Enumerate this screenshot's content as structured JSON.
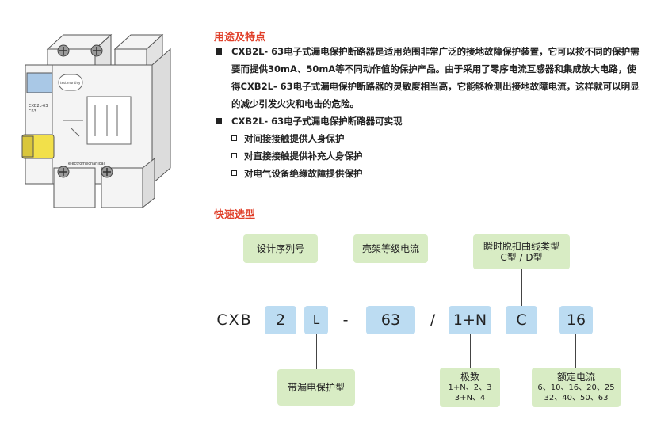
{
  "section1": {
    "title": "用途及特点",
    "feature1": "CXB2L- 63电子式漏电保护断路器是适用范围非常广泛的接地故障保护装置，它可以按不同的保护需要而提供30mA、50mA等不同动作值的保护产品。由于采用了零序电流互感器和集成放大电路，使得CXB2L- 63电子式漏电保护断路器的灵敏度相当高，它能够检测出接地故障电流，这样就可以明显的减少引发火灾和电击的危险。",
    "feature2": "CXB2L- 63电子式漏电保护断路器可实现",
    "subs": [
      "对间接接触提供人身保护",
      "对直接接触提供补充人身保护",
      "对电气设备绝缘故障提供保护"
    ]
  },
  "section2": {
    "title": "快速选型"
  },
  "selection": {
    "top_labels": {
      "series": "设计序列号",
      "frame": "壳架等级电流",
      "curve_line1": "瞬时脱扣曲线类型",
      "curve_line2": "C型 / D型"
    },
    "code": {
      "prefix": "CXB",
      "c1": "2",
      "c2": "L",
      "sep1": "-",
      "c3": "63",
      "sep2": "/",
      "c4": "1+N",
      "c5": "C",
      "c6": "16"
    },
    "bottom_labels": {
      "leakage": "带漏电保护型",
      "poles_title": "极数",
      "poles_line1": "1+N、2、3",
      "poles_line2": "3+N、4",
      "current_title": "额定电流",
      "current_line1": "6、10、16、20、25",
      "current_line2": "32、40、50、63"
    }
  },
  "product": {
    "label_model": "CXB2L-63",
    "label_rating": "C63",
    "label_test": "test monthly",
    "label_brand": "electromechanical"
  },
  "colors": {
    "accent_red": "#e0402a",
    "green_box": "#d8ecc4",
    "blue_box": "#bcdcf2",
    "handle_yellow": "#f2e04a"
  }
}
